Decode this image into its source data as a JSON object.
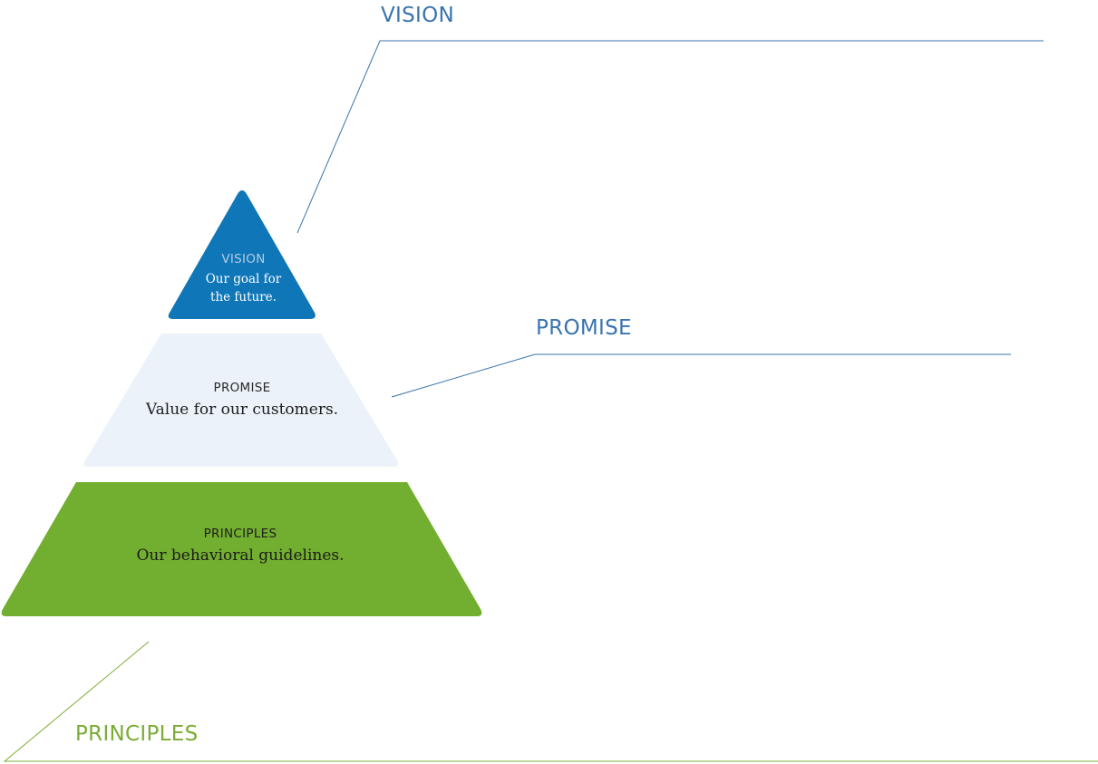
{
  "callouts": {
    "vision": "VISION",
    "promise": "PROMISE",
    "principles": "PRINCIPLES"
  },
  "pyramid": {
    "vision": {
      "heading": "VISION",
      "description": "Our goal for the future."
    },
    "promise": {
      "heading": "PROMISE",
      "description": "Value for our customers."
    },
    "principles": {
      "heading": "PRINCIPLES",
      "description": "Our behavioral guidelines."
    }
  },
  "colors": {
    "vision_fill": "#0f76b8",
    "promise_fill": "#ebf2f9",
    "principles_fill": "#72ae2f",
    "blue_line": "#3a74ad",
    "green_line": "#7bac35"
  }
}
